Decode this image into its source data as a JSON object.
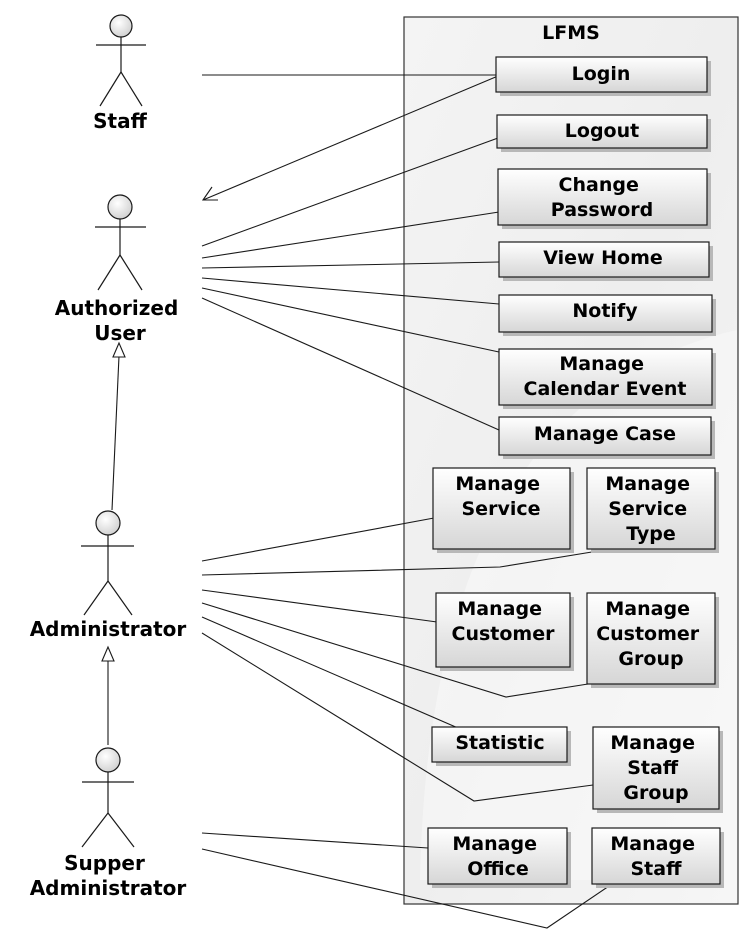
{
  "system": {
    "title": "LFMS"
  },
  "actors": {
    "staff": "Staff",
    "authorized_user": [
      "Authorized",
      "User"
    ],
    "administrator": "Administrator",
    "supper_administrator": [
      "Supper",
      "Administrator"
    ]
  },
  "use_cases": {
    "login": [
      "Login"
    ],
    "logout": [
      "Logout"
    ],
    "change_password": [
      "Change",
      "Password"
    ],
    "view_home": [
      "View Home"
    ],
    "notify": [
      "Notify"
    ],
    "manage_calendar_event": [
      "Manage",
      "Calendar Event"
    ],
    "manage_case": [
      "Manage Case"
    ],
    "manage_service": [
      "Manage",
      "Service"
    ],
    "manage_service_type": [
      "Manage",
      "Service",
      "Type"
    ],
    "manage_customer": [
      "Manage",
      "Customer"
    ],
    "manage_customer_group": [
      "Manage",
      "Customer",
      "Group"
    ],
    "statistic": [
      "Statistic"
    ],
    "manage_staff_group": [
      "Manage",
      "Staff",
      "Group"
    ],
    "manage_office": [
      "Manage",
      "Office"
    ],
    "manage_staff": [
      "Manage",
      "Staff"
    ]
  }
}
